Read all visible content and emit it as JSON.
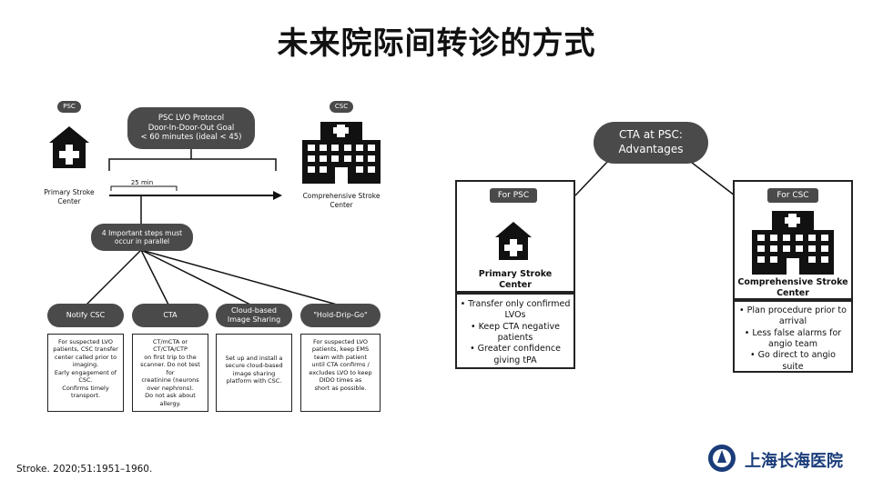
{
  "slide": {
    "title": "未来院际间转诊的方式"
  },
  "left": {
    "psc_tag": "PSC",
    "psc_label_1": "Primary Stroke",
    "psc_label_2": "Center",
    "csc_tag": "CSC",
    "csc_label_1": "Comprehensive Stroke",
    "csc_label_2": "Center",
    "protocol_1": "PSC LVO Protocol",
    "protocol_2": "Door-In-Door-Out Goal",
    "protocol_3": "< 60 minutes (ideal < 45)",
    "min25": "25 min",
    "steps_1": "4 Important steps must",
    "steps_2": "occur in parallel",
    "pill_1": "Notify CSC",
    "pill_2": "CTA",
    "pill_3a": "Cloud-based",
    "pill_3b": "Image Sharing",
    "pill_4": "\"Hold-Drip-Go\"",
    "box_1": [
      "For suspected LVO",
      "patients, CSC transfer",
      "center called prior to",
      "imaging.",
      "Early engagement of",
      "CSC.",
      "Confirms timely",
      "transport."
    ],
    "box_2": [
      "CT/mCTA or",
      "CT/CTA/CTP",
      "on first trip to the",
      "scanner. Do not test for",
      "creatinine (neurons",
      "over nephrons).",
      "Do not ask about",
      "allergy."
    ],
    "box_3": [
      "Set up and install a",
      "secure cloud-based",
      "image sharing",
      "platform with CSC."
    ],
    "box_4": [
      "For suspected LVO",
      "patients, keep EMS",
      "team with patient",
      "until CTA confirms /",
      "excludes LVO to keep",
      "DIDO times as",
      "short as possible."
    ]
  },
  "right": {
    "cta_1": "CTA at PSC:",
    "cta_2": "Advantages",
    "psc_tag": "For PSC",
    "psc_name_1": "Primary Stroke",
    "psc_name_2": "Center",
    "psc_bullets": [
      "• Transfer only confirmed",
      "LVOs",
      "• Keep CTA negative",
      "patients",
      "• Greater confidence",
      "giving tPA"
    ],
    "csc_tag": "For CSC",
    "csc_name_1": "Comprehensive Stroke",
    "csc_name_2": "Center",
    "csc_bullets": [
      "• Plan procedure prior to",
      "arrival",
      "• Less false alarms for",
      "angio team",
      "• Go direct to angio",
      "suite"
    ]
  },
  "footer": {
    "citation": "Stroke. 2020;51:1951–1960.",
    "hospital": "上海长海医院"
  },
  "colors": {
    "pill": "#4a4a4a",
    "logo": "#1a3c7a"
  }
}
